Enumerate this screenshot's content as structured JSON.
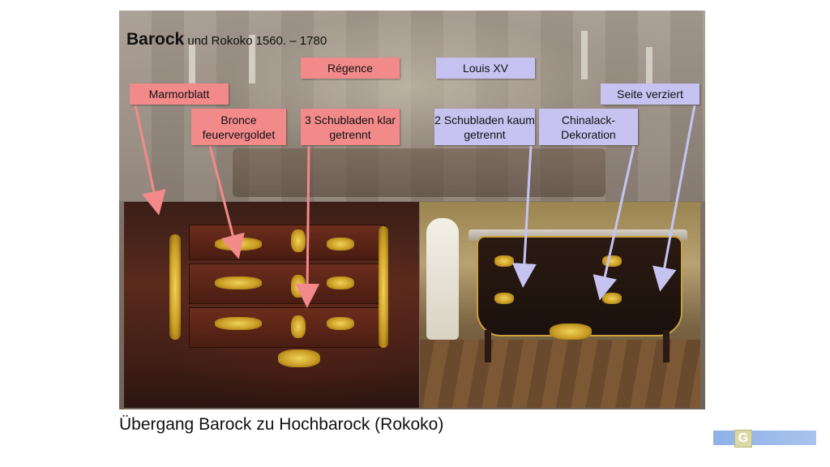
{
  "slide": {
    "title_bold": "Barock",
    "title_rest": " und Rokoko 1560. – 1780"
  },
  "labels": {
    "regence": "Régence",
    "louis_xv": "Louis XV",
    "marmorblatt": "Marmorblatt",
    "seite_verziert": "Seite verziert",
    "bronce": "Bronce feuervergoldet",
    "schubladen_3": "3 Schubladen klar getrennt",
    "schubladen_2": "2 Schubladen kaum getrennt",
    "chinalack": "Chinalack-Dekoration"
  },
  "colors": {
    "regence_accent": "#f28a8a",
    "louis_xv_accent": "#c7c3f1",
    "footer_bar": "#a8c4ee"
  },
  "caption": "Übergang Barock zu Hochbarock (Rokoko)",
  "footer": {
    "logo_letter": "G"
  }
}
